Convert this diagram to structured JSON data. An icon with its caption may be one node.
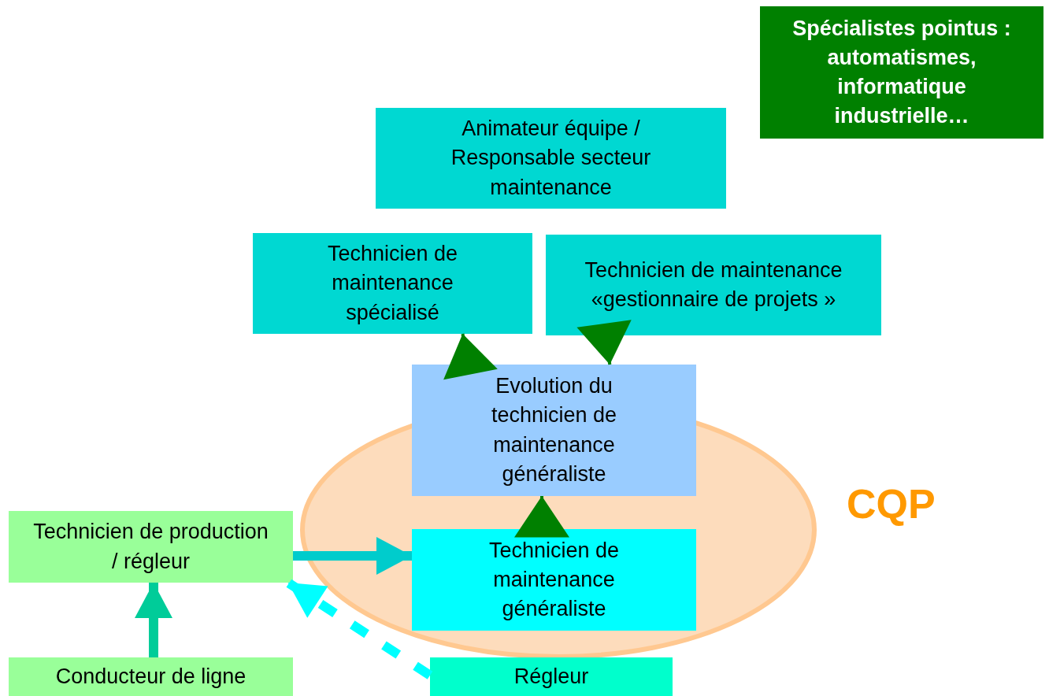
{
  "diagram": {
    "nodes": [
      {
        "text": [
          "Spécialistes pointus : automatismes, informatique industrielle…"
        ]
      },
      {
        "text": [
          "Animateur équipe / Responsable secteur maintenance"
        ]
      },
      {
        "text": [
          "Technicien de maintenance spécialisé"
        ]
      },
      {
        "text": [
          "Technicien de maintenance «gestionnaire de projets »"
        ]
      },
      {
        "text": [
          "CQP"
        ]
      },
      {
        "text": [
          "Evolution du technicien de maintenance généraliste"
        ]
      },
      {
        "text": [
          "Technicien de production / régleur"
        ]
      },
      {
        "text": [
          "Technicien de maintenance généraliste"
        ],
        "in": 4
      },
      {
        "text": [
          "Conducteur de ligne"
        ]
      },
      {
        "text": [
          "Régleur"
        ]
      }
    ],
    "edges": [
      {
        "from": 5,
        "to": 2,
        "arrow": "to",
        "color": "#008000"
      },
      {
        "from": 3,
        "to": 5,
        "arrow": "to",
        "color": "#008000"
      },
      {
        "from": 7,
        "to": 5,
        "arrow": "to",
        "color": "#008000"
      },
      {
        "from": 6,
        "to": 7,
        "arrow": "to",
        "style": "thick",
        "color": "#00cccc"
      },
      {
        "from": 8,
        "to": 6,
        "arrow": "to",
        "style": "thick",
        "color": "#00cc99"
      },
      {
        "from": 9,
        "to": 6,
        "arrow": "to",
        "style": "dashed",
        "color": "#00ffff"
      }
    ]
  }
}
